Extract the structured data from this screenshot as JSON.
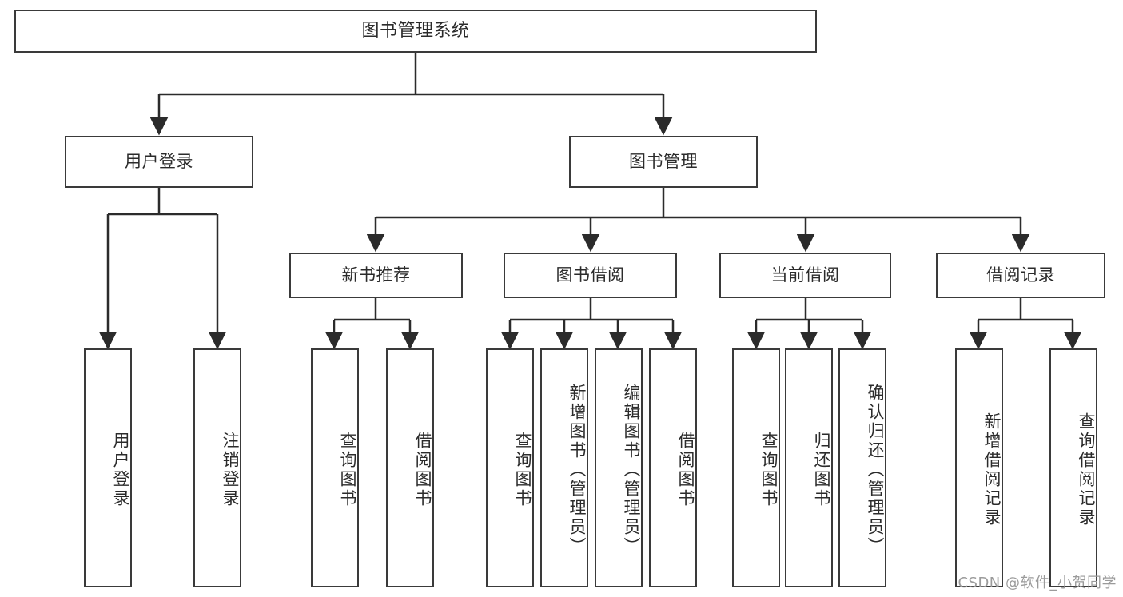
{
  "diagram": {
    "title": "图书管理系统",
    "type": "tree-hierarchy-diagram",
    "watermark": "CSDN @软件_小贺同学",
    "colors": {
      "box_border": "#3a3a3a",
      "box_fill": "#ffffff",
      "edge": "#2b2b2b",
      "text": "#2b2b2b",
      "watermark": "#9b9b9b",
      "background": "#ffffff"
    },
    "root": {
      "label": "图书管理系统"
    },
    "level2": [
      {
        "id": "user-login",
        "label": "用户登录"
      },
      {
        "id": "book-management",
        "label": "图书管理"
      }
    ],
    "level3": [
      {
        "id": "new-book-recommend",
        "label": "新书推荐"
      },
      {
        "id": "book-borrow",
        "label": "图书借阅"
      },
      {
        "id": "current-borrow",
        "label": "当前借阅"
      },
      {
        "id": "borrow-record",
        "label": "借阅记录"
      }
    ],
    "leaves": {
      "user_login": [
        {
          "id": "leaf-user-login",
          "label": "用户登录"
        },
        {
          "id": "leaf-logout-login",
          "label": "注销登录"
        }
      ],
      "new_book_recommend": [
        {
          "id": "leaf-query-book-1",
          "label": "查询图书"
        },
        {
          "id": "leaf-borrow-book-1",
          "label": "借阅图书"
        }
      ],
      "book_borrow": [
        {
          "id": "leaf-query-book-2",
          "label": "查询图书"
        },
        {
          "id": "leaf-add-book",
          "label": "新增图书（管理员）"
        },
        {
          "id": "leaf-edit-book",
          "label": "编辑图书（管理员）"
        },
        {
          "id": "leaf-borrow-book-2",
          "label": "借阅图书"
        }
      ],
      "current_borrow": [
        {
          "id": "leaf-query-book-3",
          "label": "查询图书"
        },
        {
          "id": "leaf-return-book",
          "label": "归还图书"
        },
        {
          "id": "leaf-confirm-return",
          "label": "确认归还（管理员）"
        }
      ],
      "borrow_record": [
        {
          "id": "leaf-add-record",
          "label": "新增借阅记录"
        },
        {
          "id": "leaf-query-record",
          "label": "查询借阅记录"
        }
      ]
    }
  }
}
